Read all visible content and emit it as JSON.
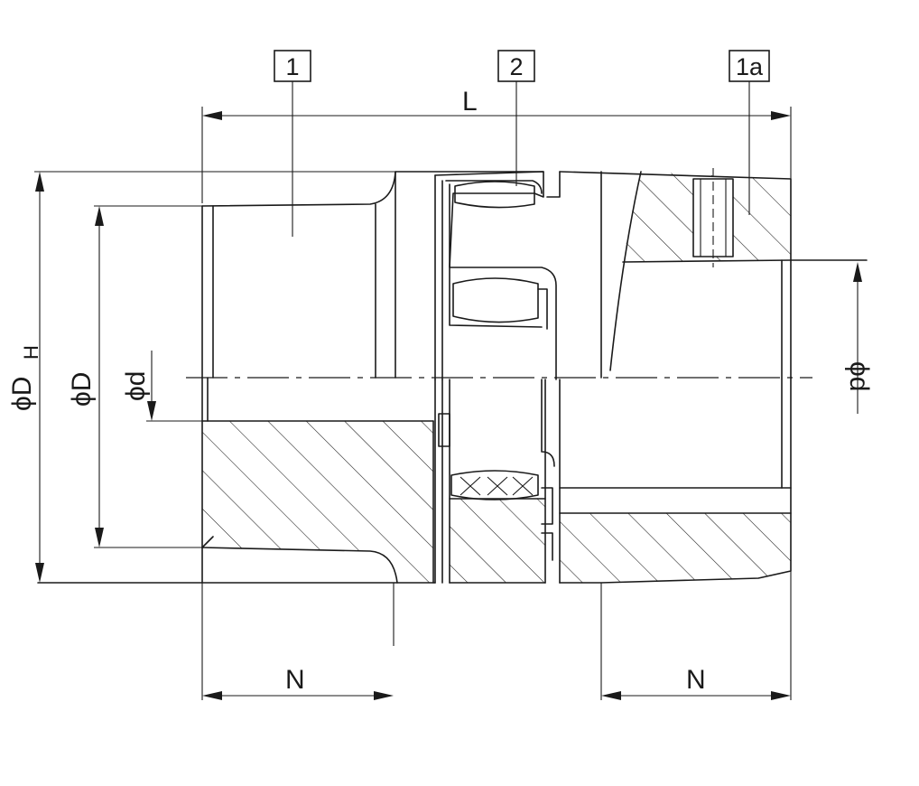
{
  "callouts": {
    "part_1": "1",
    "part_2": "2",
    "part_1a": "1a"
  },
  "dimensions": {
    "overall_length": "L",
    "hub_length_left": "N",
    "hub_length_right": "N",
    "hub_diameter": "ϕD",
    "hub_diameter_sub": "H",
    "outer_diameter": "ϕD",
    "bore_left": "ϕd",
    "bore_right": "ϕd"
  }
}
